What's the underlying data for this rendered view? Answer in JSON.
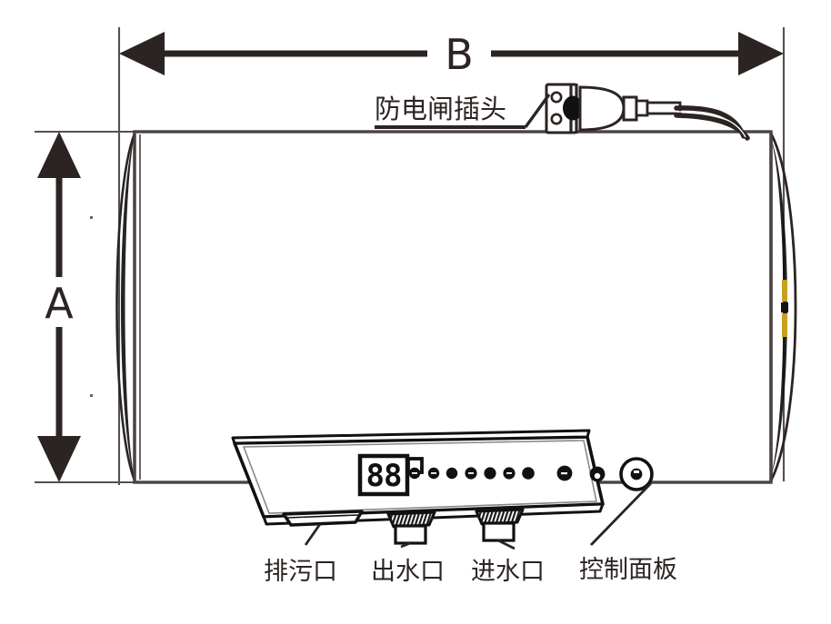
{
  "diagram": {
    "title": "Electric water heater outline dimension drawing",
    "background_color": "#ffffff",
    "line_color": "#2b2422",
    "accent_color": "#c8a020",
    "dimensions": {
      "width_label": "B",
      "height_label": "A"
    },
    "callouts": {
      "plug": "防电闸插头",
      "drain_port": "排污口",
      "outlet_port": "出水口",
      "inlet_port": "进水口",
      "control_panel": "控制面板"
    },
    "control_panel": {
      "display_value": "88",
      "indicator_dots": 7,
      "button_dots": 2,
      "power_button": "power-ring"
    }
  }
}
